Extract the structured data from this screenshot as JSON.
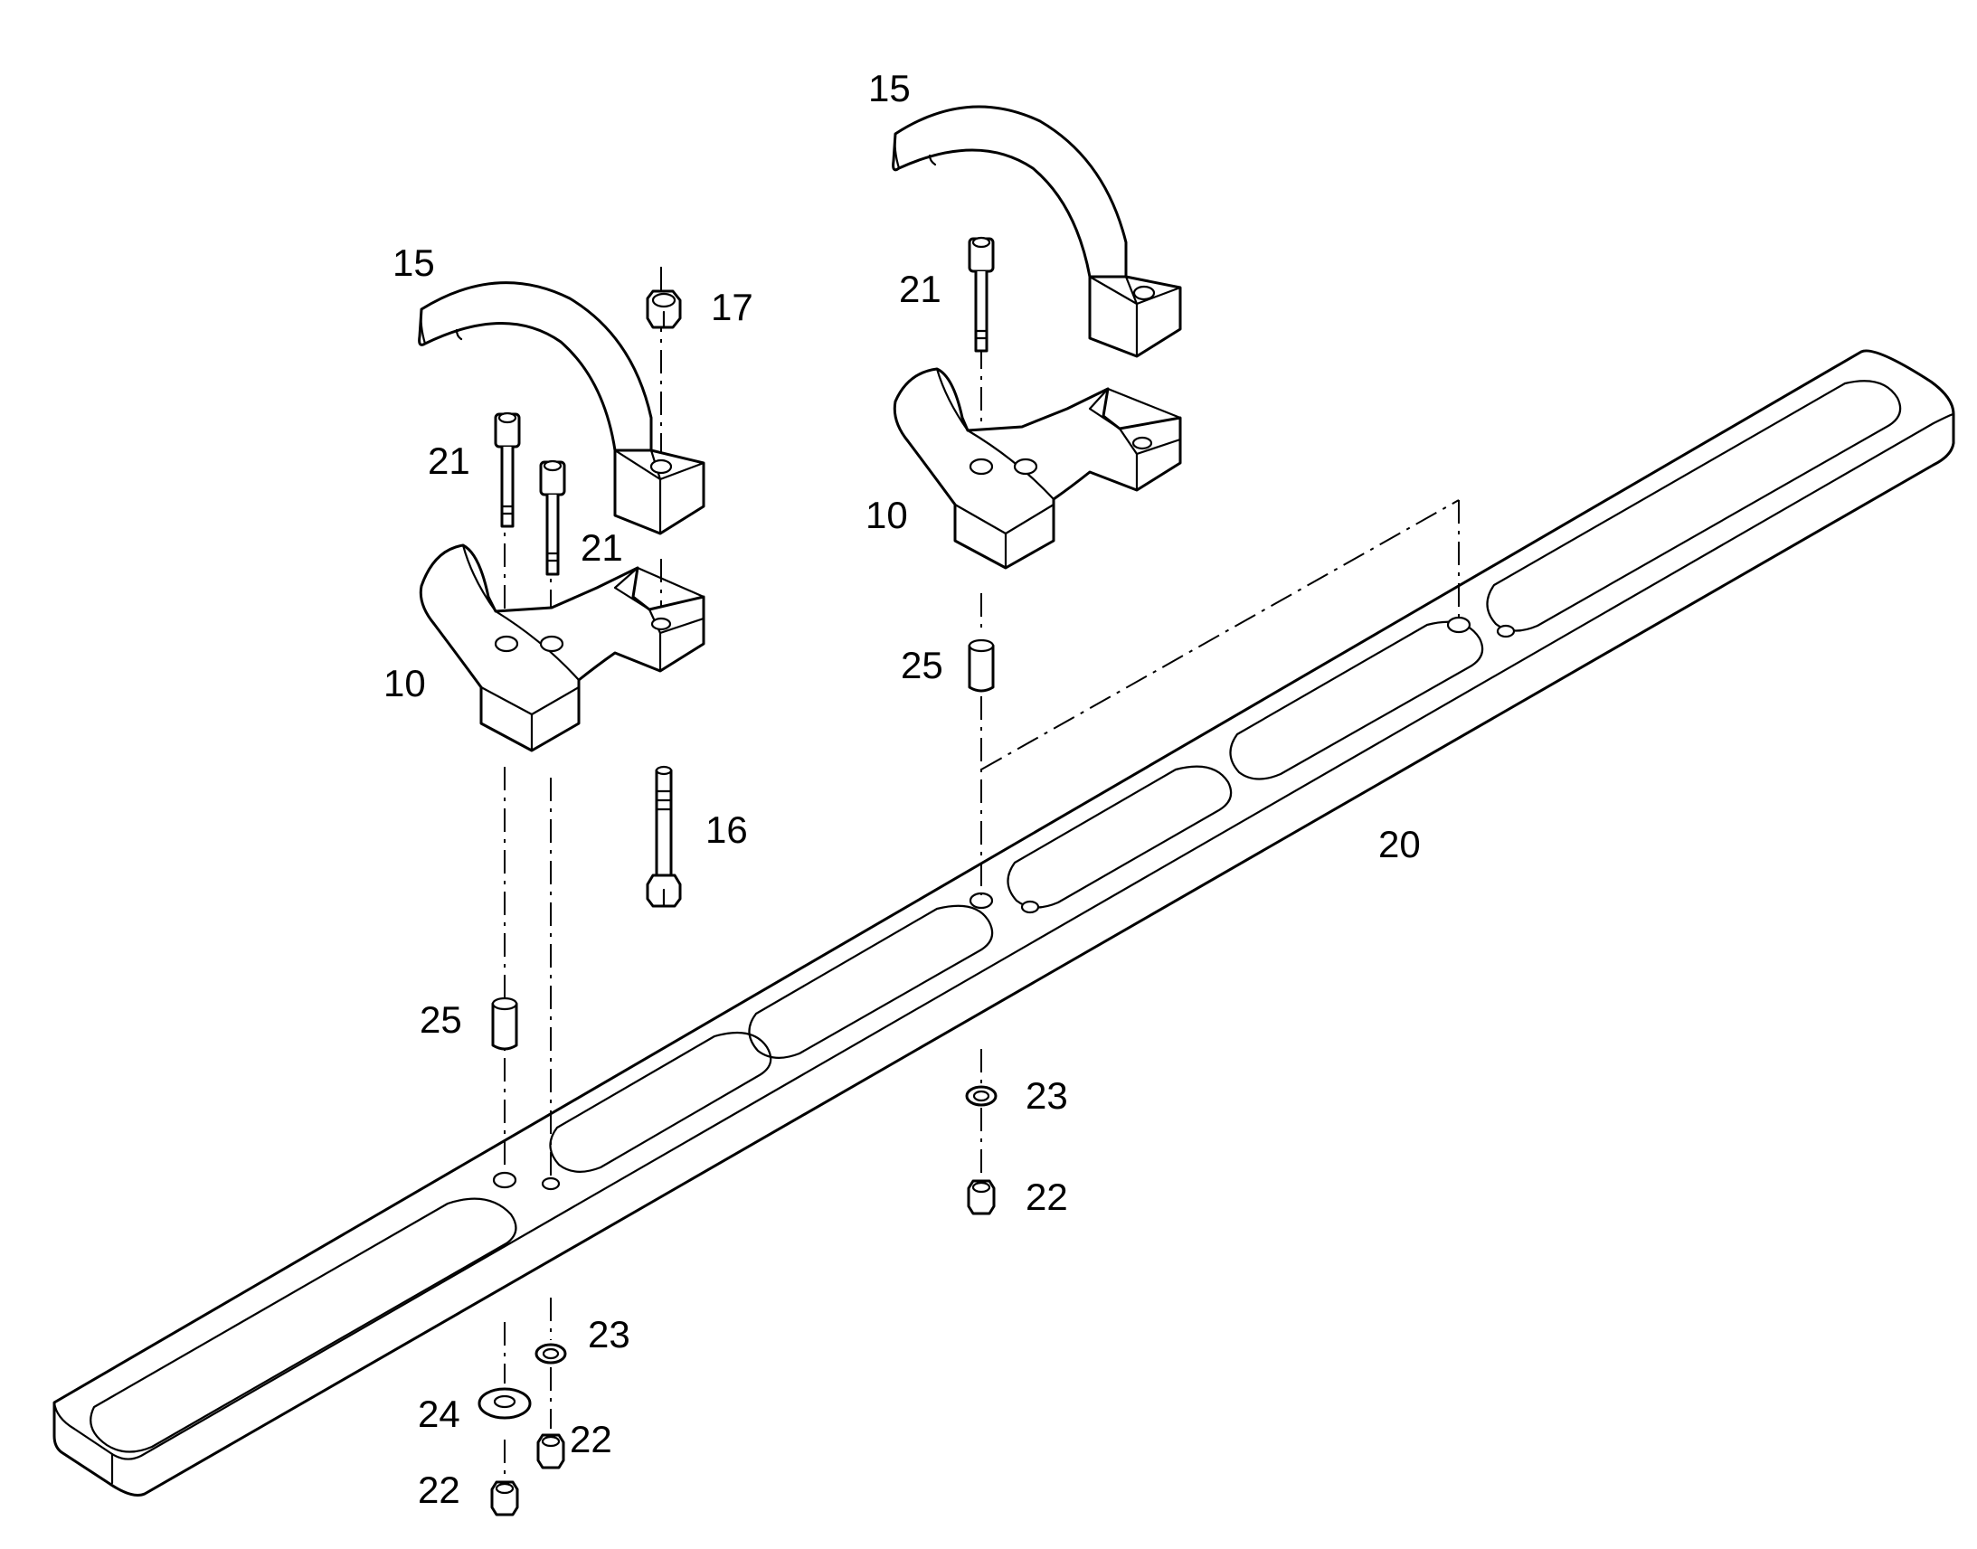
{
  "callouts": {
    "c15_right": "15",
    "c15_left": "15",
    "c17": "17",
    "c21_right": "21",
    "c21_left_a": "21",
    "c21_left_b": "21",
    "c10_right": "10",
    "c10_left": "10",
    "c25_right": "25",
    "c16": "16",
    "c20": "20",
    "c25_left": "25",
    "c23_right": "23",
    "c22_right": "22",
    "c23_left": "23",
    "c24": "24",
    "c22_left_a": "22",
    "c22_left_b": "22"
  }
}
